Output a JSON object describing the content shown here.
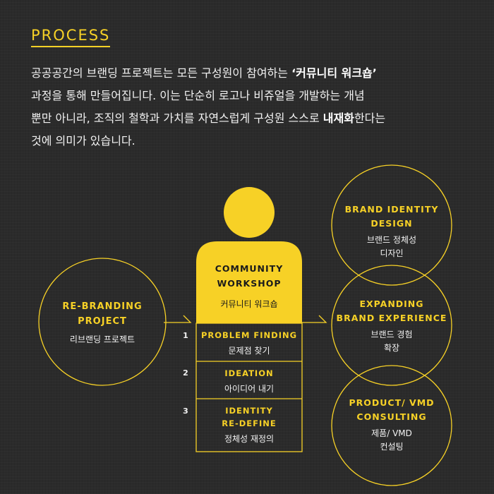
{
  "title": "PROCESS",
  "intro": {
    "line1_pre": "공공공간의 브랜딩 프로젝트는 모든 구성원이 참여하는 ",
    "line1_bold": "‘커뮤니티 워크숍’",
    "line2": "과정을 통해 만들어집니다. 이는 단순히 로고나 비쥬얼을 개발하는 개념",
    "line3_pre": "뿐만 아니라, 조직의 철학과 가치를 자연스럽게 구성원 스스로 ",
    "line3_bold": "내재화",
    "line3_post": "한다는",
    "line4": "것에 의미가 있습니다."
  },
  "rebranding": {
    "en1": "RE-BRANDING",
    "en2": "PROJECT",
    "ko": "리브랜딩 프로젝트"
  },
  "community": {
    "en1": "COMMUNITY",
    "en2": "WORKSHOP",
    "ko": "커뮤니티 워크숍"
  },
  "steps": [
    {
      "num": "1",
      "en1": "PROBLEM FINDING",
      "en2": "",
      "ko": "문제점 찾기"
    },
    {
      "num": "2",
      "en1": "IDEATION",
      "en2": "",
      "ko": "아이디어 내기"
    },
    {
      "num": "3",
      "en1": "IDENTITY",
      "en2": "RE-DEFINE",
      "ko": "정체성 재정의"
    }
  ],
  "outcomes": [
    {
      "en1": "BRAND IDENTITY",
      "en2": "DESIGN",
      "ko1": "브랜드 정체성",
      "ko2": "디자인"
    },
    {
      "en1": "EXPANDING",
      "en2": "BRAND EXPERIENCE",
      "ko1": "브랜드 경험",
      "ko2": "확장"
    },
    {
      "en1": "PRODUCT/ VMD",
      "en2": "CONSULTING",
      "ko1": "제품/ VMD",
      "ko2": "컨설팅"
    }
  ],
  "colors": {
    "accent": "#f7d126",
    "background": "#2b2b2b",
    "text": "#f2f2f2"
  }
}
